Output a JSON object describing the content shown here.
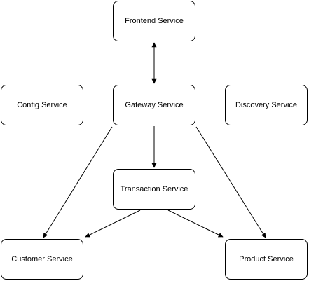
{
  "diagram": {
    "nodes": {
      "frontend": {
        "label": "Frontend Service"
      },
      "config": {
        "label": "Config Service"
      },
      "gateway": {
        "label": "Gateway Service"
      },
      "discovery": {
        "label": "Discovery Service"
      },
      "transaction": {
        "label": "Transaction Service"
      },
      "customer": {
        "label": "Customer Service"
      },
      "product": {
        "label": "Product Service"
      }
    },
    "edges": [
      {
        "from": "gateway",
        "to": "frontend",
        "bidirectional": true
      },
      {
        "from": "gateway",
        "to": "transaction",
        "bidirectional": false
      },
      {
        "from": "gateway",
        "to": "customer",
        "bidirectional": false
      },
      {
        "from": "gateway",
        "to": "product",
        "bidirectional": false
      },
      {
        "from": "transaction",
        "to": "customer",
        "bidirectional": false
      },
      {
        "from": "transaction",
        "to": "product",
        "bidirectional": false
      }
    ],
    "colors": {
      "stroke": "#000000",
      "fill": "#ffffff",
      "text": "#000000"
    }
  }
}
